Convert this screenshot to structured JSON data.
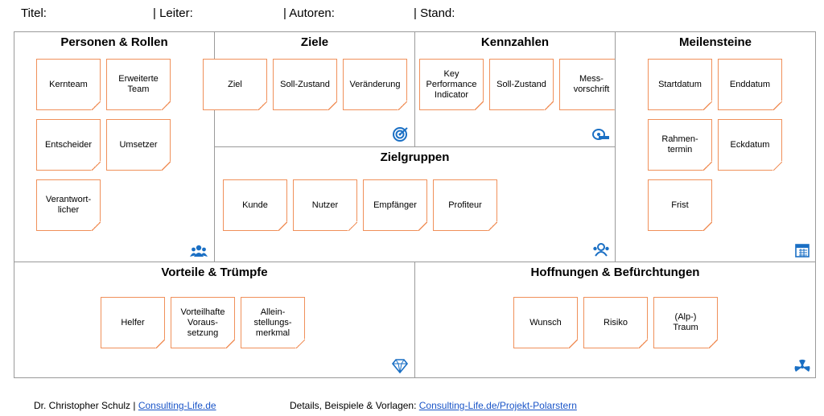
{
  "header": {
    "titel": "Titel:",
    "leiter": "| Leiter:",
    "autoren": "| Autoren:",
    "stand": "| Stand:"
  },
  "panels": {
    "personen": {
      "title": "Personen & Rollen",
      "notes": [
        "Kernteam",
        "Erweiterte\nTeam",
        "Entscheider",
        "Umsetzer",
        "Verantwort-\nlicher"
      ],
      "icon": "people-icon"
    },
    "ziele": {
      "title": "Ziele",
      "notes": [
        "Ziel",
        "Soll-Zustand",
        "Veränderung"
      ],
      "icon": "target-icon"
    },
    "kennzahlen": {
      "title": "Kennzahlen",
      "notes": [
        "Key\nPerformance\nIndicator",
        "Soll-Zustand",
        "Mess-\nvorschrift"
      ],
      "icon": "measuring-tape-icon"
    },
    "meilensteine": {
      "title": "Meilensteine",
      "notes": [
        "Startdatum",
        "Enddatum",
        "Rahmen-\ntermin",
        "Eckdatum",
        "Frist"
      ],
      "icon": "calendar-icon"
    },
    "zielgruppen": {
      "title": "Zielgruppen",
      "notes": [
        "Kunde",
        "Nutzer",
        "Empfänger",
        "Profiteur"
      ],
      "icon": "audience-icon"
    },
    "vorteile": {
      "title": "Vorteile & Trümpfe",
      "notes": [
        "Helfer",
        "Vorteilhafte\nVoraus-\nsetzung",
        "Allein-\nstellungs-\nmerkmal"
      ],
      "icon": "diamond-icon"
    },
    "hoffnungen": {
      "title": "Hoffnungen & Befürchtungen",
      "notes": [
        "Wunsch",
        "Risiko",
        "(Alp-)\nTraum"
      ],
      "icon": "radiation-icon"
    }
  },
  "footer": {
    "author": "Dr. Christopher Schulz | ",
    "author_link": "Consulting-Life.de",
    "details": "Details, Beispiele & Vorlagen: ",
    "details_link": "Consulting-Life.de/Projekt-Polarstern"
  },
  "colors": {
    "note_border": "#f0905a",
    "icon_blue": "#1a6fc4",
    "panel_border": "#9a9a9a"
  }
}
